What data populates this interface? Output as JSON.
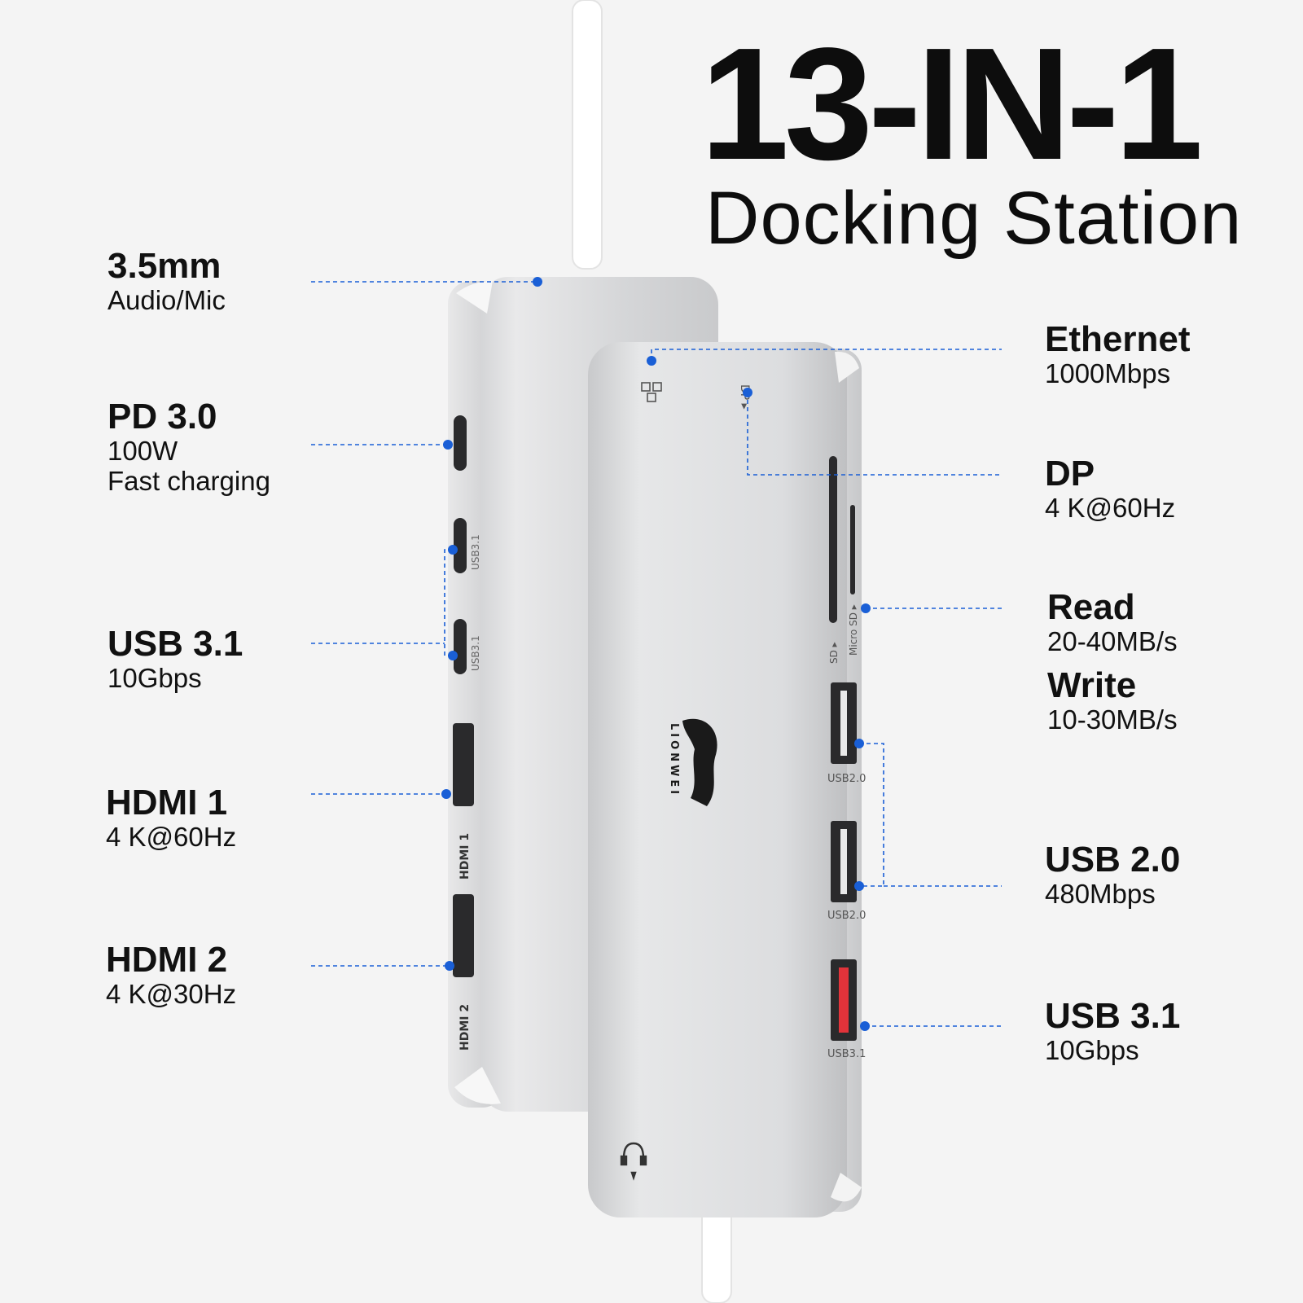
{
  "title": {
    "main": "13-IN-1",
    "sub": "Docking Station"
  },
  "left_labels": [
    {
      "name": "3.5mm",
      "lines": [
        "Audio/Mic"
      ]
    },
    {
      "name": "PD 3.0",
      "lines": [
        "100W",
        "Fast charging"
      ]
    },
    {
      "name": "USB 3.1",
      "lines": [
        "10Gbps"
      ]
    },
    {
      "name": "HDMI 1",
      "lines": [
        "4 K@60Hz"
      ]
    },
    {
      "name": "HDMI 2",
      "lines": [
        "4 K@30Hz"
      ]
    }
  ],
  "right_labels": [
    {
      "name": "Ethernet",
      "lines": [
        "1000Mbps"
      ]
    },
    {
      "name": "DP",
      "lines": [
        "4 K@60Hz"
      ]
    },
    {
      "name": "Read",
      "lines": [
        "20-40MB/s"
      ]
    },
    {
      "name": "Write",
      "lines": [
        "10-30MB/s"
      ]
    },
    {
      "name": "USB 2.0",
      "lines": [
        "480Mbps"
      ]
    },
    {
      "name": "USB 3.1",
      "lines": [
        "10Gbps"
      ]
    }
  ],
  "port_marks": {
    "usb31_a": "USB3.1",
    "usb31_b": "USB3.1",
    "hdmi1": "HDMI 1",
    "hdmi2": "HDMI 2",
    "usb20_a": "USB2.0",
    "usb20_b": "USB2.0",
    "usb31_c": "USB3.1",
    "sd": "SD ▸",
    "microsd": "Micro SD ▸",
    "dp": "DP ▸"
  },
  "brand": {
    "name": "LIONWEI"
  },
  "colors": {
    "accent": "#1a5fd6",
    "usb3_port": "#e2333a",
    "body": "#d9dadc"
  }
}
